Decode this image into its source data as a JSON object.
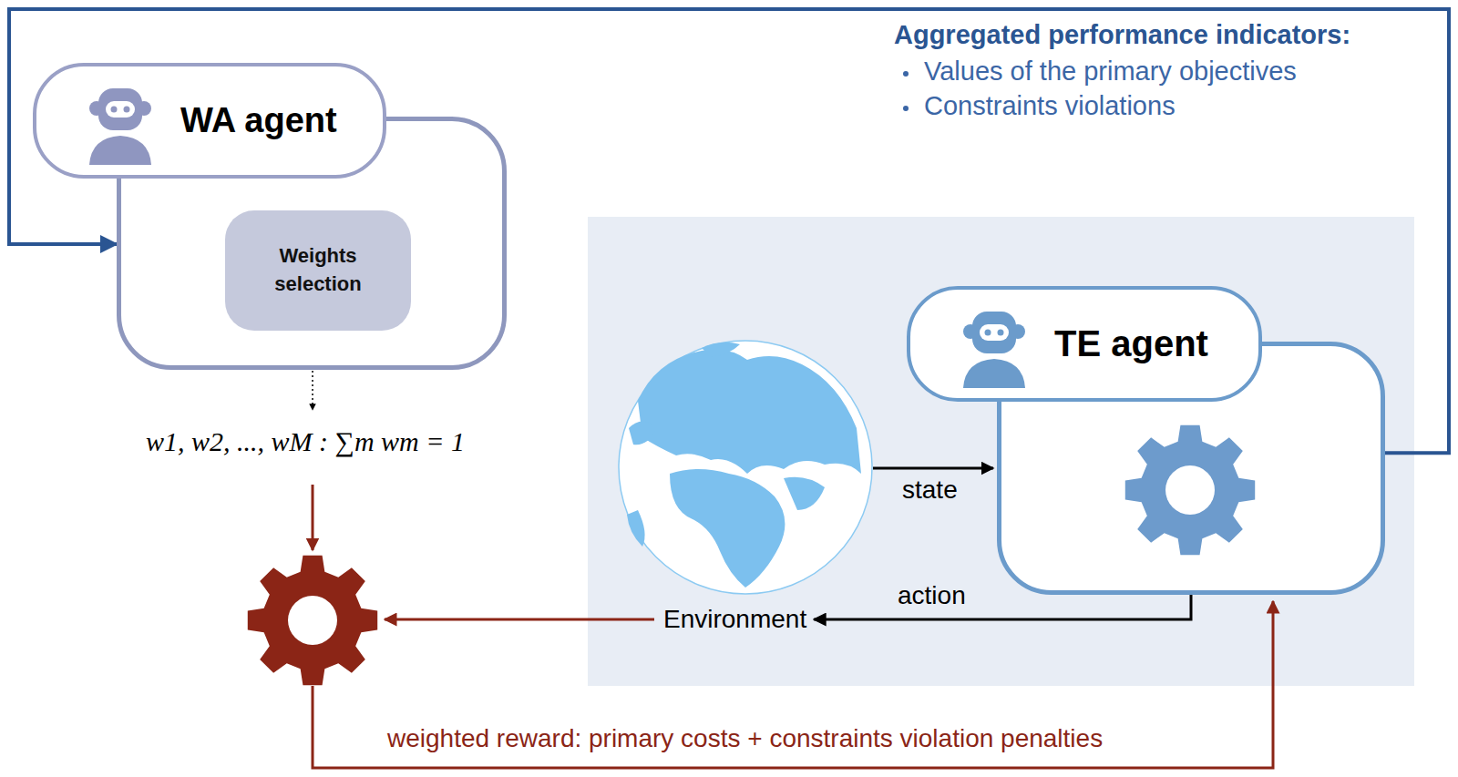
{
  "diagram": {
    "nodes": [
      {
        "text": [
          "WA agent"
        ]
      },
      {
        "text": [
          "Weights selection"
        ],
        "in": 0
      },
      {
        "text": [
          "TE agent"
        ]
      },
      {
        "text": [
          "Environment"
        ]
      }
    ],
    "edges": [
      {
        "from": 2,
        "to": 3,
        "label": "action",
        "arrow": "to"
      },
      {
        "from": 2,
        "to": 0,
        "arrow": "to"
      }
    ],
    "labels": [
      "state",
      "w1, w2, ..., wM : ∑m wm = 1",
      "weighted reward: primary costs + constraints violation penalties",
      "Aggregated performance indicators:",
      "Values of the primary objectives",
      "Constraints violations"
    ]
  }
}
